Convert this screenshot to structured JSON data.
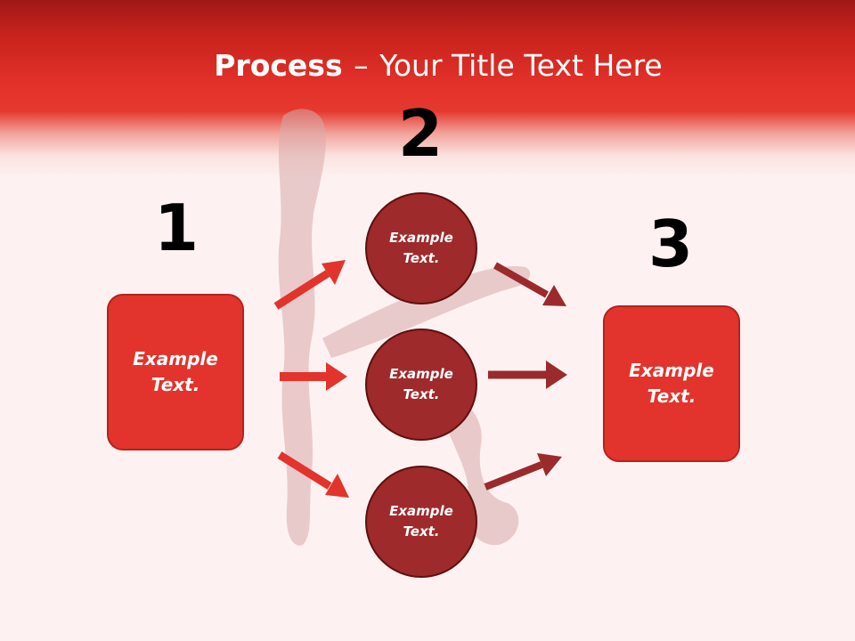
{
  "slide": {
    "title_bold": "Process",
    "title_separator": "–",
    "title_rest": "Your Title Text Here"
  },
  "steps": {
    "one": "1",
    "two": "2",
    "three": "3"
  },
  "left_box": {
    "text": "Example\nText."
  },
  "right_box": {
    "text": "Example\nText."
  },
  "circles": [
    {
      "text": "Example\nText."
    },
    {
      "text": "Example\nText."
    },
    {
      "text": "Example\nText."
    }
  ],
  "colors": {
    "header_red": "#e2312a",
    "box_red": "#e2342c",
    "circle_dark_red": "#9e2a2b",
    "arrow_bright": "#e2342c",
    "arrow_dark": "#9b2a2c",
    "background": "#fdf2f1"
  }
}
